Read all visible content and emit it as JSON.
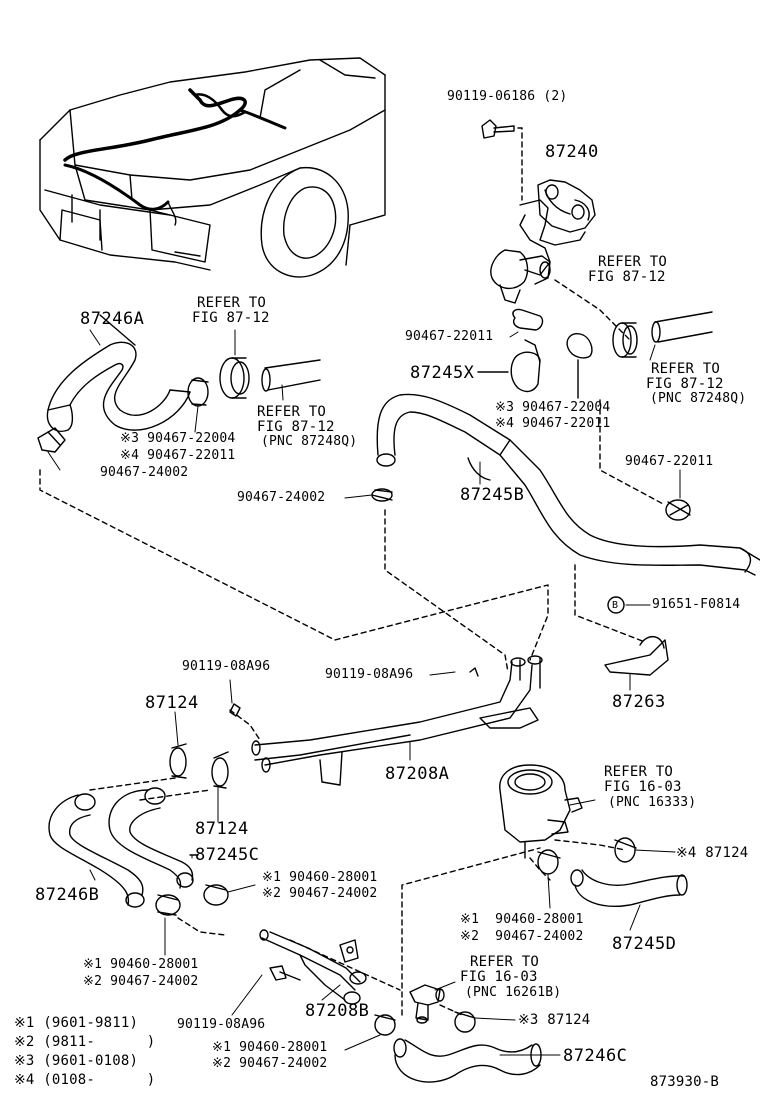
{
  "labels": {
    "p90119_06186": "90119-06186 (2)",
    "p87240": "87240",
    "refer_to_1": "REFER TO",
    "fig_87_12_1": "FIG 87-12",
    "p87246A": "87246A",
    "refer_to_2": "REFER TO",
    "fig_87_12_2": "FIG 87-12",
    "p90467_22011_a": "90467-22011",
    "p87245X": "87245X",
    "refer_to_3": "REFER TO",
    "fig_87_12_3": "FIG 87-12",
    "pnc_87248Q_1": "(PNC 87248Q)",
    "refer_to_4": "REFER TO",
    "fig_87_12_4": "FIG 87-12",
    "pnc_87248Q_2": "(PNC 87248Q)",
    "m3_90467_22004_a": "※3 90467-22004",
    "m4_90467_22011_a": "※4 90467-22011",
    "m3_90467_22004_b": "※3 90467-22004",
    "m4_90467_22011_b": "※4 90467-22011",
    "p90467_24002_a": "90467-24002",
    "p90467_22011_b": "90467-22011",
    "p90467_24002_b": "90467-24002",
    "p87245B": "87245B",
    "p91651_F0814": "91651-F0814",
    "b_marker": "B",
    "p90119_08A96_a": "90119-08A96",
    "p90119_08A96_b": "90119-08A96",
    "p87263": "87263",
    "p87124_a": "87124",
    "p87208A": "87208A",
    "refer_to_5": "REFER TO",
    "fig_16_03_1": "FIG 16-03",
    "pnc_16333": "(PNC 16333)",
    "p87124_b": "87124",
    "p87245C": "87245C",
    "m4_87124": "※4 87124",
    "p87246B": "87246B",
    "m1_90460_28001_a": "※1 90460-28001",
    "m2_90467_24002_a": "※2 90467-24002",
    "m1_90460_28001_b": "※1  90460-28001",
    "m2_90467_24002_b": "※2  90467-24002",
    "p87245D": "87245D",
    "m1_90460_28001_c": "※1 90460-28001",
    "m2_90467_24002_c": "※2 90467-24002",
    "refer_to_6": "REFER TO",
    "fig_16_03_2": "FIG 16-03",
    "pnc_16261B": "(PNC 16261B)",
    "p90119_08A96_c": "90119-08A96",
    "p87208B": "87208B",
    "m3_87124": "※3 87124",
    "m1_90460_28001_d": "※1 90460-28001",
    "m2_90467_24002_d": "※2 90467-24002",
    "p87246C": "87246C",
    "footnote_1": "※1 (9601-9811)",
    "footnote_2": "※2 (9811-      )",
    "footnote_3": "※3 (9601-0108)",
    "footnote_4": "※4 (0108-      )",
    "diagram_number": "873930-B"
  }
}
